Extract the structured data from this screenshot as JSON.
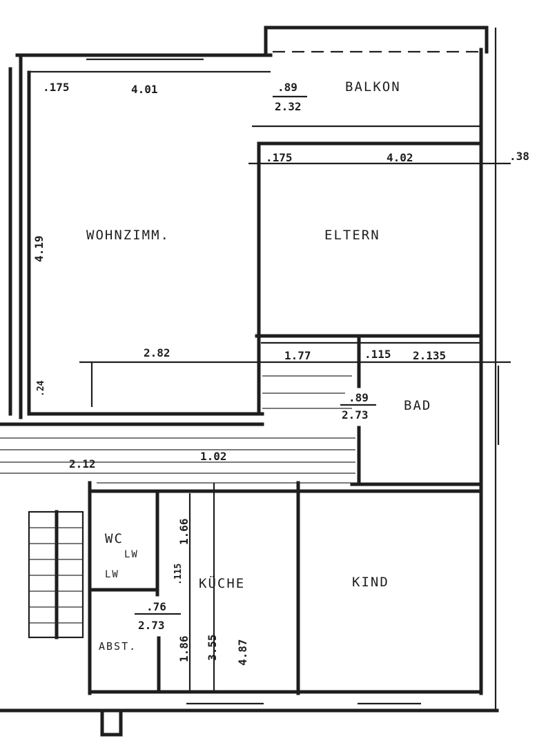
{
  "title": "Grundriss",
  "rooms": {
    "balkon": "BALKON",
    "wohnzimmer": "WOHNZIMM.",
    "eltern": "ELTERN",
    "bad": "BAD",
    "wc": "WC",
    "kueche": "KÜCHE",
    "kind": "KIND",
    "abst": "ABST.",
    "lw1": "LW",
    "lw2": "LW"
  },
  "dimensions": {
    "wohn_width": "4.01",
    "wohn_wall": ".175",
    "door_top": ".89",
    "door_bottom": "2.32",
    "eltern_wall": ".175",
    "eltern_width": "4.02",
    "outer_wall": ".38",
    "wohn_depth": "4.19",
    "wohn_lower": "2.82",
    "corr_width": "1.77",
    "bad_wall": ".115",
    "bad_width": "2.135",
    "bad_door_top": ".89",
    "bad_door_bottom": "2.73",
    "hall_width": "1.02",
    "hall_left": "2.12",
    "wohn_side": ".24",
    "wc_height": "1.66",
    "wc_wall": ".115",
    "abst_door_top": ".76",
    "abst_door_bottom": "2.73",
    "abst_height": "1.86",
    "kueche_width": "3.55",
    "kueche_depth": "4.87"
  }
}
